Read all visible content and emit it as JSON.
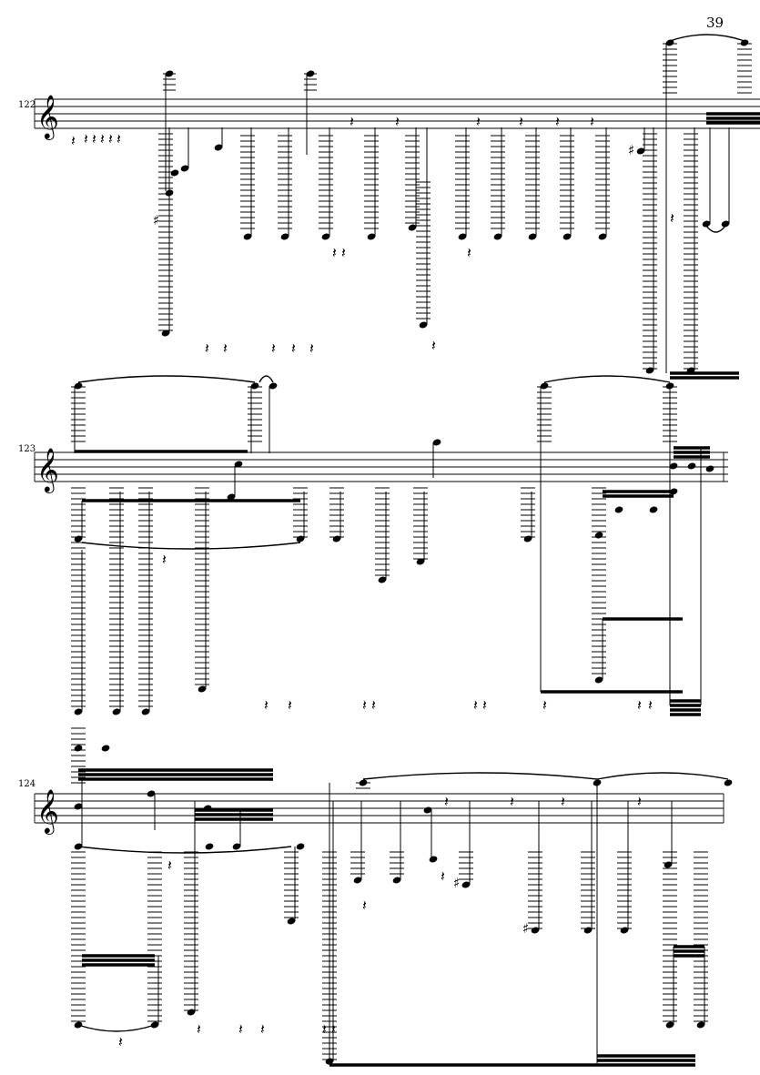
{
  "score": {
    "page_number": "39",
    "clef": "treble",
    "systems": [
      {
        "measure_number": "122"
      },
      {
        "measure_number": "123"
      },
      {
        "measure_number": "124"
      }
    ],
    "symbols": {
      "rest": "𝄽",
      "sharp": "♯",
      "clef": "𝄞"
    }
  }
}
